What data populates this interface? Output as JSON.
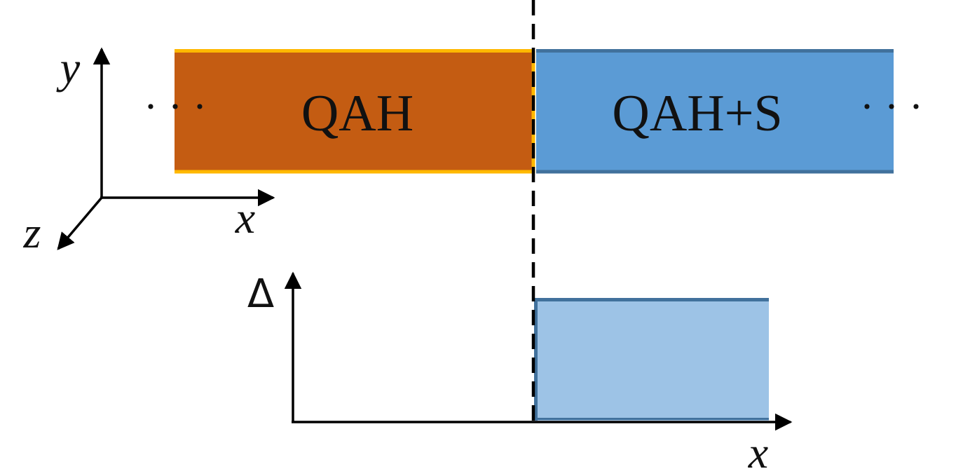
{
  "regions": {
    "left_label": "QAH",
    "right_label": "QAH+S"
  },
  "ellipsis": "· · ·",
  "axes": {
    "coord_y": "y",
    "coord_x": "x",
    "coord_z": "z",
    "plot_y": "Δ",
    "plot_x": "x"
  },
  "colors": {
    "qah_fill": "#c45c12",
    "qah_edge": "#ffb800",
    "qahs_fill": "#5b9bd5",
    "qahs_edge": "#41719c",
    "gap_fill": "#9dc3e6",
    "gap_edge": "#41719c",
    "line": "#000000"
  }
}
